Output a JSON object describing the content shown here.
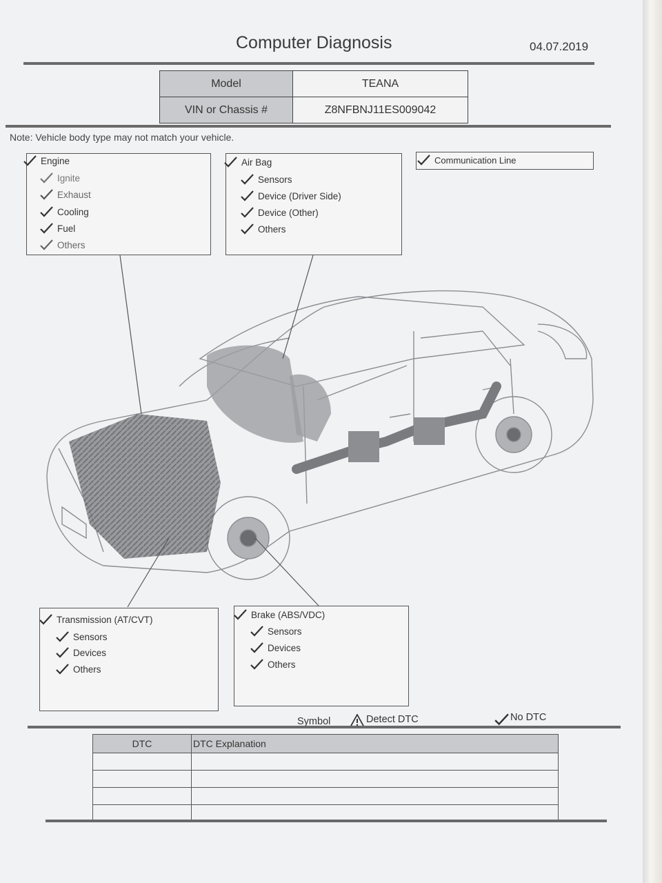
{
  "header": {
    "title": "Computer Diagnosis",
    "date": "04.07.2019"
  },
  "vehicle": {
    "model_label": "Model",
    "model_value": "TEANA",
    "vin_label": "VIN or Chassis #",
    "vin_value": "Z8NFBNJ11ES009042"
  },
  "note": "Note: Vehicle body type may not match your vehicle.",
  "engine": {
    "title": "Engine",
    "items": [
      "Ignite",
      "Exhaust",
      "Cooling",
      "Fuel",
      "Others"
    ]
  },
  "airbag": {
    "title": "Air Bag",
    "items": [
      "Sensors",
      "Device (Driver Side)",
      "Device (Other)",
      "Others"
    ]
  },
  "communication": {
    "title": "Communication Line"
  },
  "transmission": {
    "title": "Transmission (AT/CVT)",
    "items": [
      "Sensors",
      "Devices",
      "Others"
    ]
  },
  "brake": {
    "title": "Brake (ABS/VDC)",
    "items": [
      "Sensors",
      "Devices",
      "Others"
    ]
  },
  "legend": {
    "symbol": "Symbol",
    "detect": "Detect DTC",
    "nodtc": "No DTC",
    "check_icon": "check-icon",
    "warning_icon": "warning-triangle-icon"
  },
  "dtc_table": {
    "col1": "DTC",
    "col2": "DTC Explanation",
    "rows": [
      [
        "",
        ""
      ],
      [
        "",
        ""
      ],
      [
        "",
        ""
      ],
      [
        "",
        ""
      ]
    ]
  },
  "colors": {
    "paper": "#f1f2f4",
    "header_fill": "#c9cacd",
    "ink": "#333333"
  }
}
